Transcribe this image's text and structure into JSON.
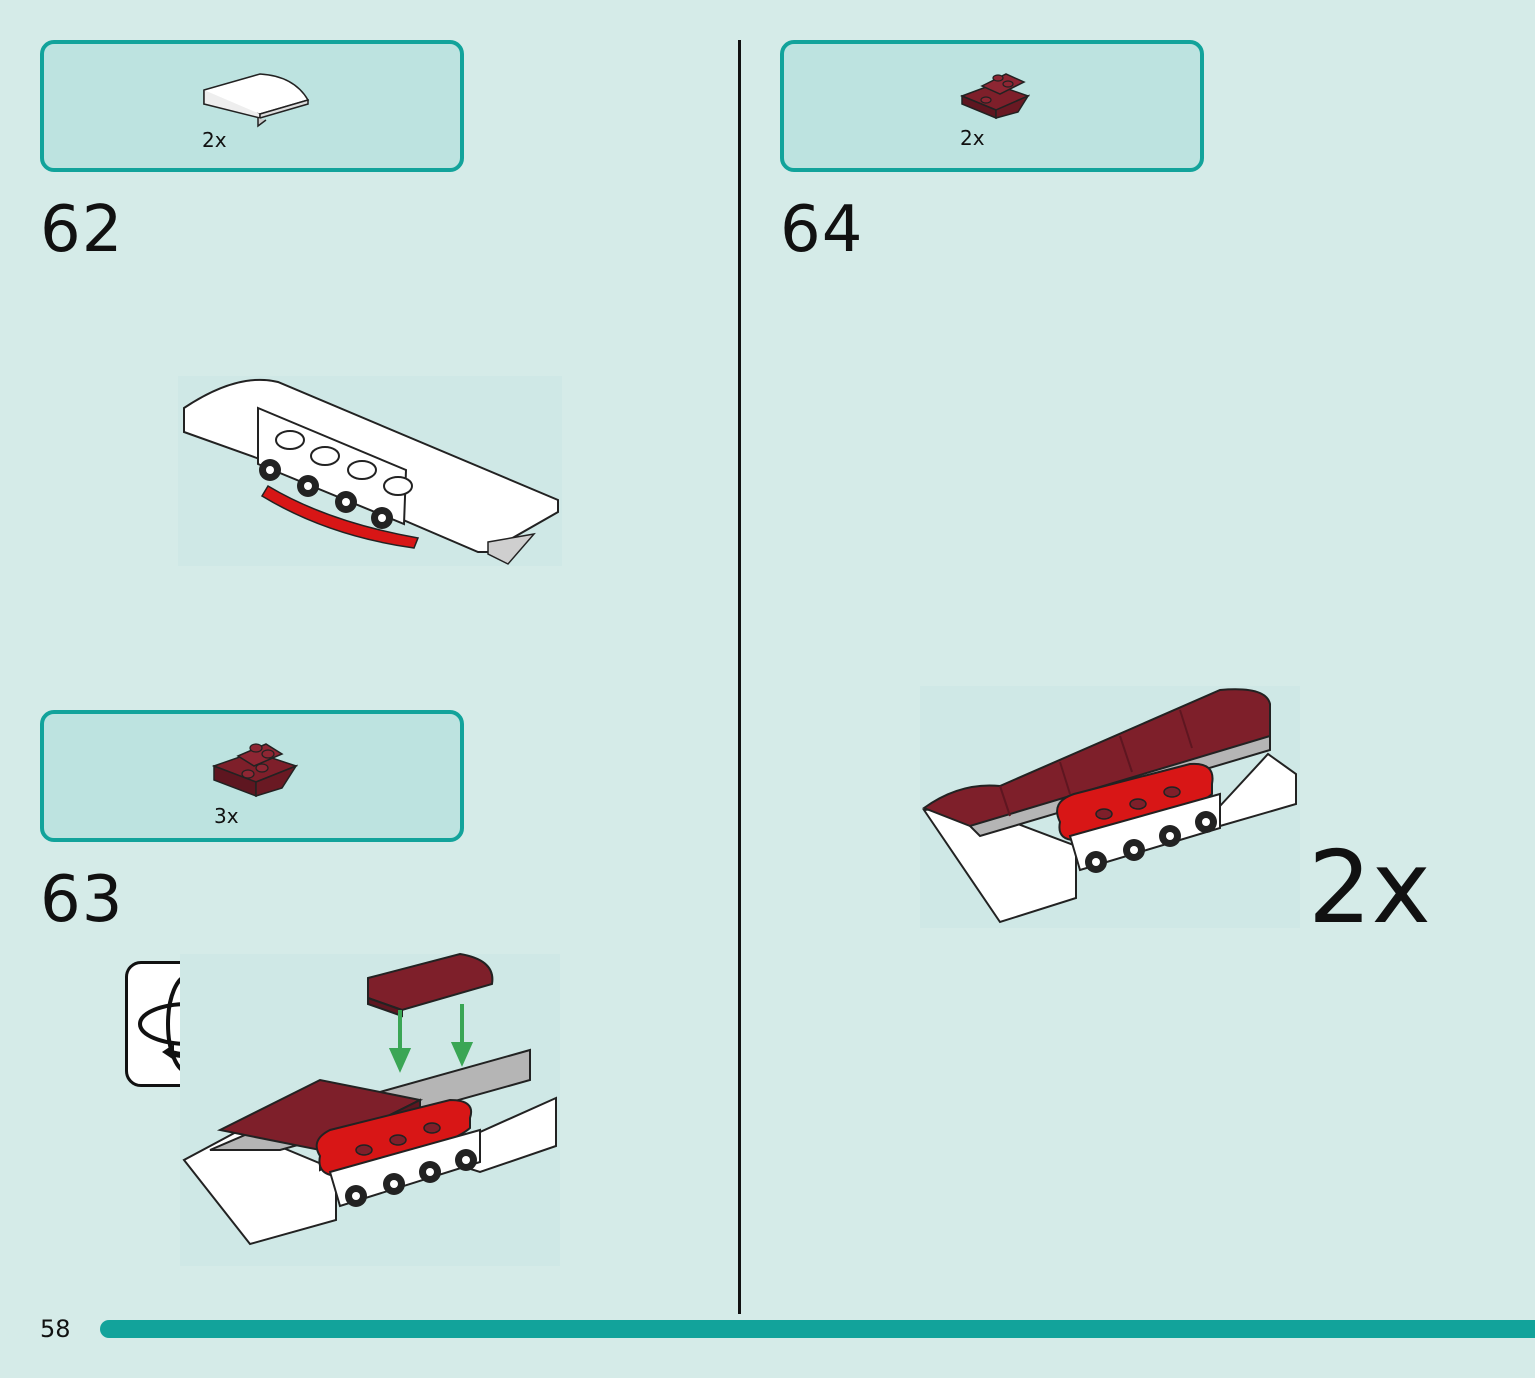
{
  "page": {
    "number": "58"
  },
  "steps": [
    {
      "number": "62",
      "parts": [
        {
          "part": "white-curved-slope-brick",
          "quantity": "2x"
        }
      ]
    },
    {
      "number": "63",
      "parts": [
        {
          "part": "dark-red-inverted-slope-brick",
          "quantity": "3x"
        }
      ],
      "rotate_icon": "rotate-model-icon"
    },
    {
      "number": "64",
      "parts": [
        {
          "part": "dark-red-inverted-slope-brick",
          "quantity": "2x"
        }
      ],
      "multiplier": "2x"
    }
  ],
  "colors": {
    "accent": "#12a39b",
    "background": "#d5ebe8",
    "callout_fill": "#bde3e0",
    "dark_red": "#7e1f2a",
    "red": "#d81616",
    "white_brick": "#ffffff",
    "gray_brick": "#b5b5b5",
    "arrow_green": "#3aa655"
  }
}
